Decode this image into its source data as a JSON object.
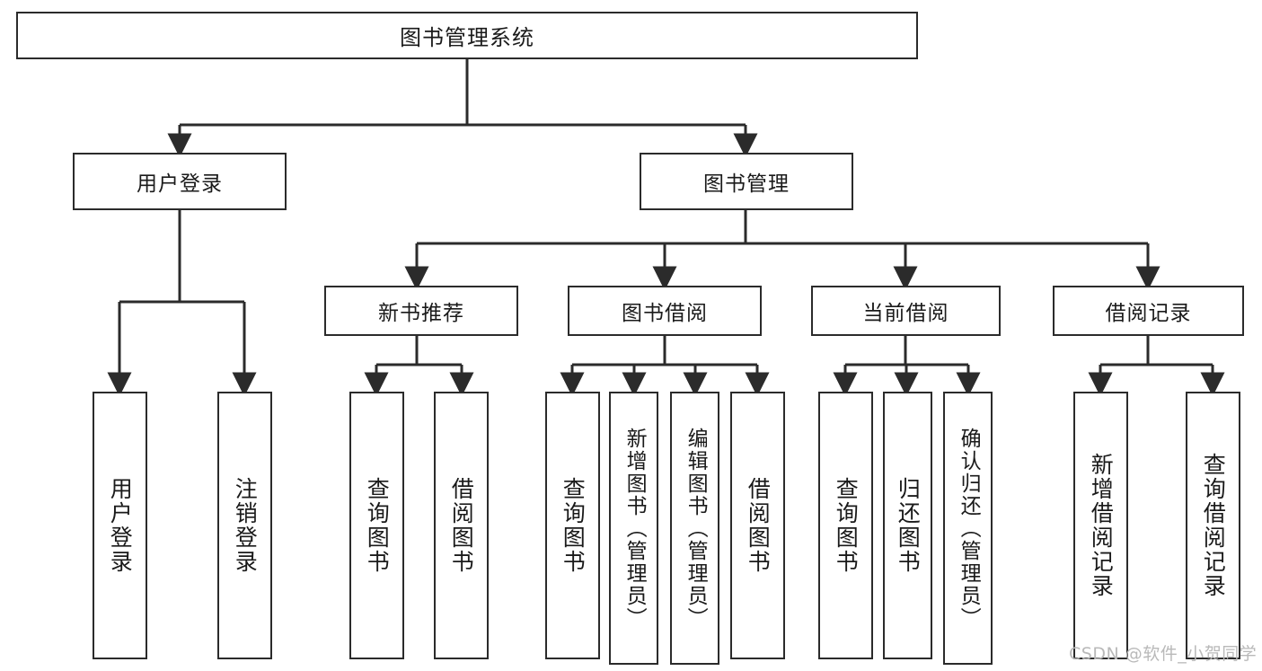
{
  "diagram": {
    "title": "图书管理系统",
    "type": "tree-hierarchy-diagram",
    "colors": {
      "box_border": "#2b2b2b",
      "box_fill": "#ffffff",
      "edge": "#2b2b2b",
      "text": "#1a1a1a",
      "watermark": "#b9b9b9",
      "background": "#ffffff"
    },
    "root": {
      "label": "图书管理系统"
    },
    "level2": [
      {
        "label": "用户登录"
      },
      {
        "label": "图书管理"
      }
    ],
    "level3": [
      {
        "label": "新书推荐"
      },
      {
        "label": "图书借阅"
      },
      {
        "label": "当前借阅"
      },
      {
        "label": "借阅记录"
      }
    ],
    "leaves": [
      {
        "label": "用户登录",
        "parent": "用户登录"
      },
      {
        "label": "注销登录",
        "parent": "用户登录"
      },
      {
        "label": "查询图书",
        "parent": "新书推荐"
      },
      {
        "label": "借阅图书",
        "parent": "新书推荐"
      },
      {
        "label": "查询图书",
        "parent": "图书借阅"
      },
      {
        "label": "新增图书（管理员）",
        "parent": "图书借阅"
      },
      {
        "label": "编辑图书（管理员）",
        "parent": "图书借阅"
      },
      {
        "label": "借阅图书",
        "parent": "图书借阅"
      },
      {
        "label": "查询图书",
        "parent": "当前借阅"
      },
      {
        "label": "归还图书",
        "parent": "当前借阅"
      },
      {
        "label": "确认归还（管理员）",
        "parent": "当前借阅"
      },
      {
        "label": "新增借阅记录",
        "parent": "借阅记录"
      },
      {
        "label": "查询借阅记录",
        "parent": "借阅记录"
      }
    ],
    "watermark": "CSDN @软件_小贺同学"
  }
}
